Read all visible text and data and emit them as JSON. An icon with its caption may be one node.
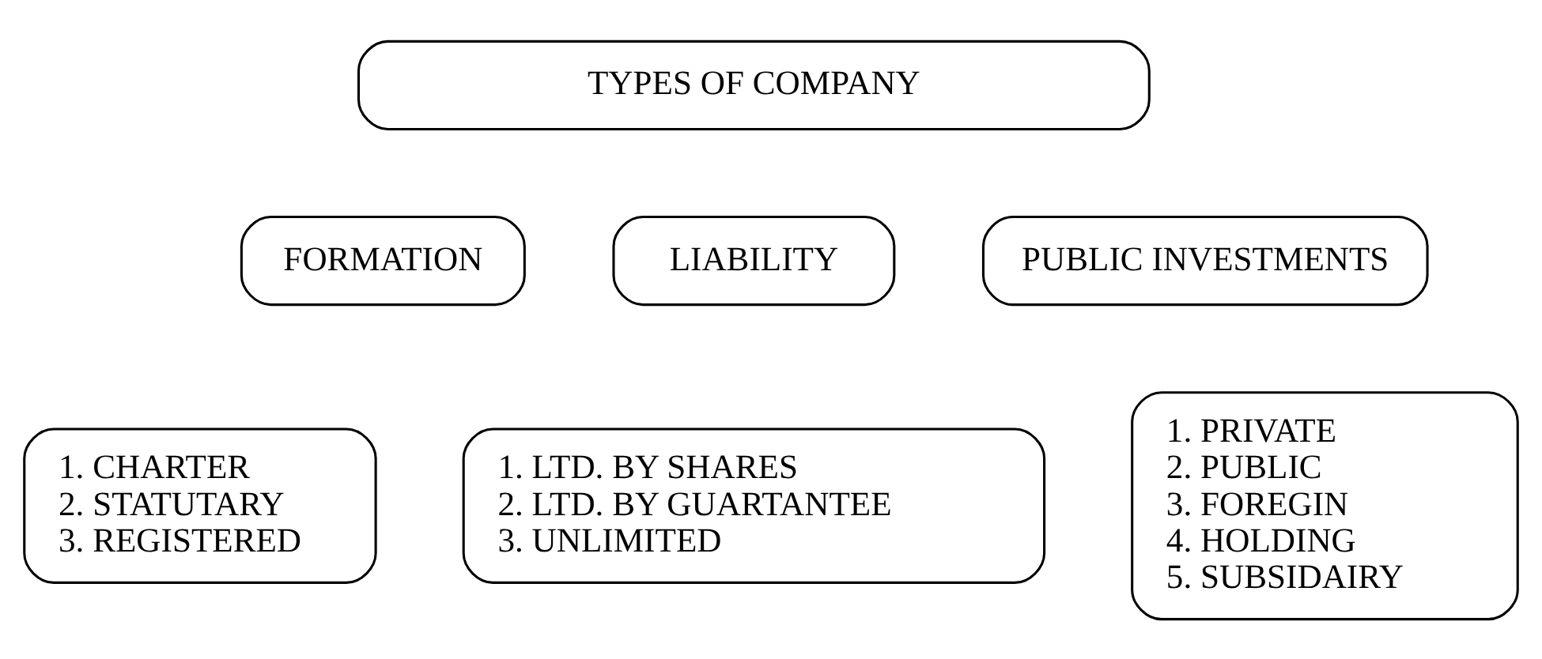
{
  "diagram": {
    "nodes": [
      {
        "text": [
          "TYPES OF COMPANY"
        ]
      },
      {
        "text": [
          "FORMATION"
        ]
      },
      {
        "text": [
          "LIABILITY"
        ]
      },
      {
        "text": [
          "PUBLIC INVESTMENTS"
        ]
      },
      {
        "text": [
          "1. CHARTER",
          "2. STATUTARY",
          "3. REGISTERED"
        ]
      },
      {
        "text": [
          "1. LTD. BY SHARES",
          "2. LTD. BY GUARTANTEE",
          "3. UNLIMITED"
        ]
      },
      {
        "text": [
          "1. PRIVATE",
          "2. PUBLIC",
          "3. FOREGIN",
          "4. HOLDING",
          "5. SUBSIDAIRY"
        ]
      }
    ],
    "edges": []
  }
}
